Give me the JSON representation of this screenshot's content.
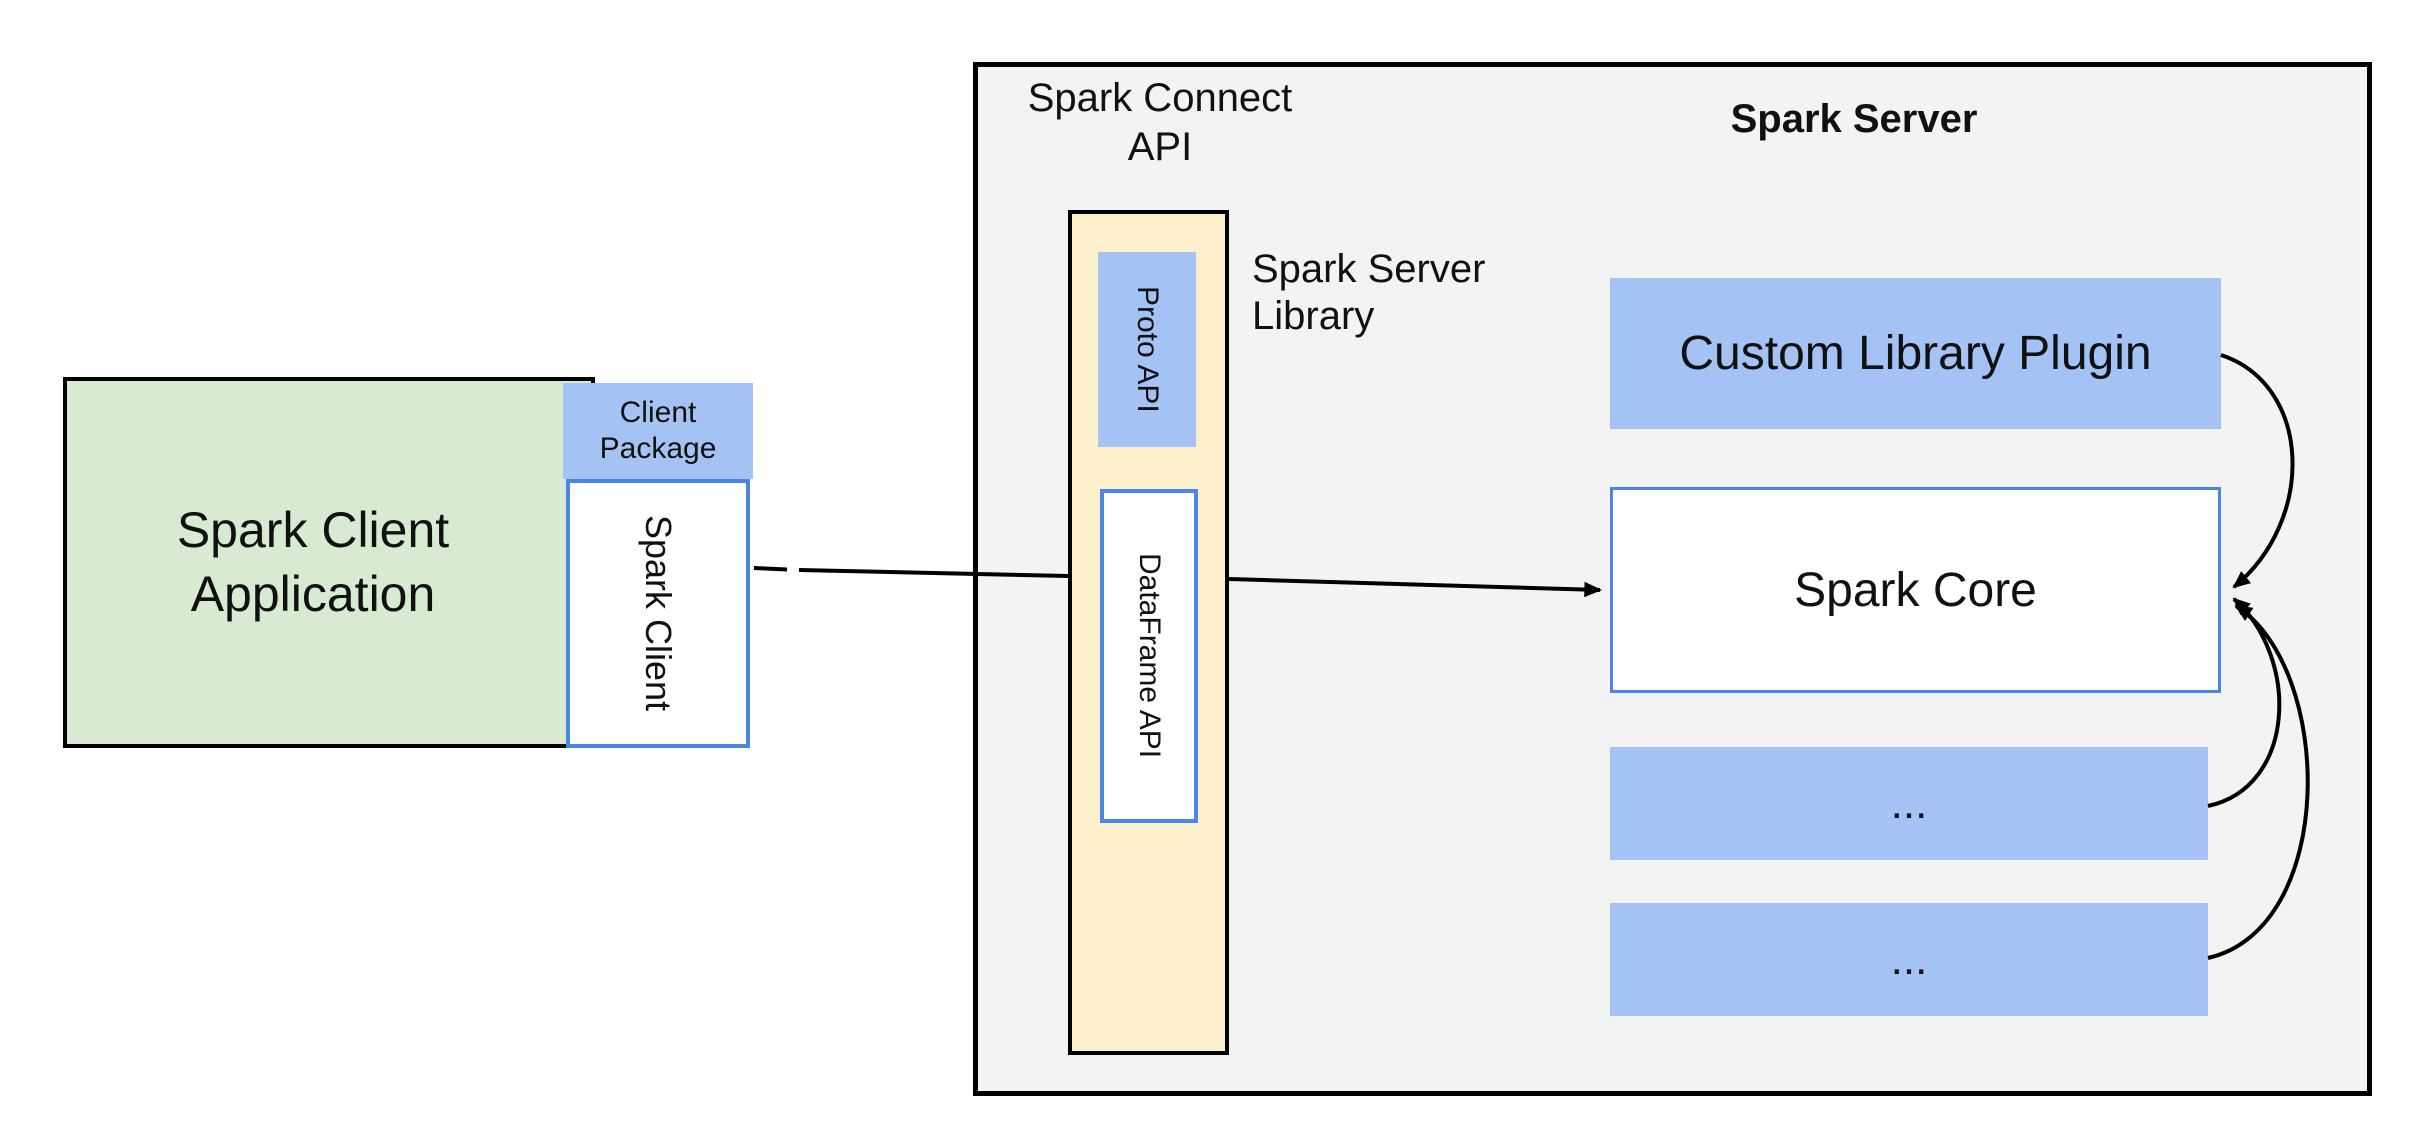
{
  "colors": {
    "container_fill": "#f3f3f3",
    "green_fill": "#d9ead3",
    "blue_fill": "#a4c2f4",
    "blue_border": "#4a86e8",
    "yellow_fill": "#fcf0cb",
    "line_color": "#000000"
  },
  "client": {
    "app_label_line1": "Spark Client",
    "app_label_line2": "Application",
    "package_label_line1": "Client",
    "package_label_line2": "Package",
    "spark_client_label": "Spark Client"
  },
  "connect": {
    "title_line1": "Spark Connect",
    "title_line2": "API",
    "proto_api_label": "Proto API",
    "dataframe_api_label": "DataFrame API",
    "library_label_line1": "Spark Server",
    "library_label_line2": "Library"
  },
  "server": {
    "title": "Spark Server",
    "plugin_label": "Custom Library Plugin",
    "core_label": "Spark Core",
    "module_placeholder_1": "...",
    "module_placeholder_2": "..."
  }
}
